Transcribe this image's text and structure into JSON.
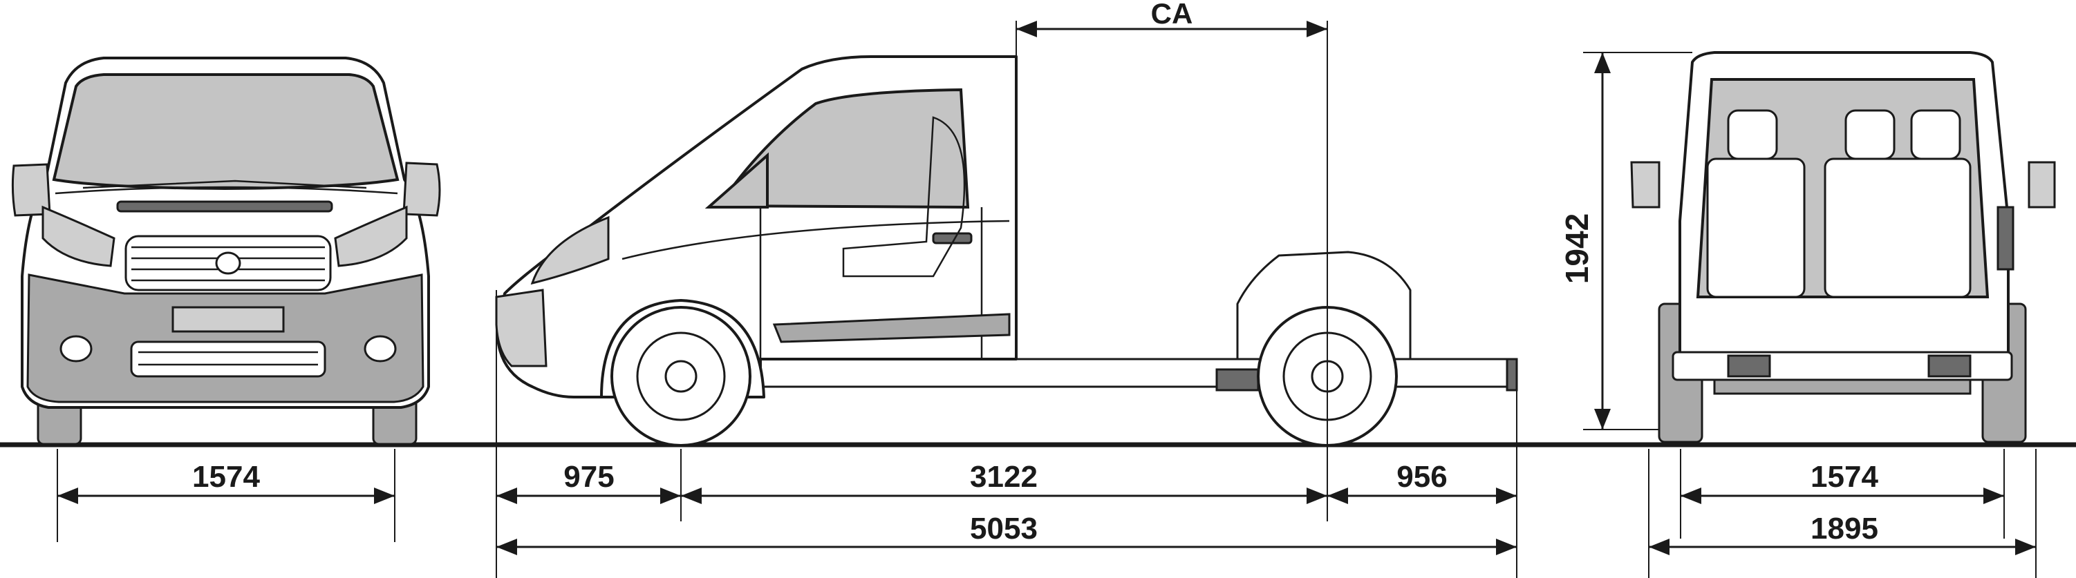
{
  "dimensions": {
    "front_track": "1574",
    "front_overhang": "975",
    "wheelbase": "3122",
    "rear_overhang": "956",
    "overall_length": "5053",
    "cab_to_axle": "CA",
    "height": "1942",
    "rear_track": "1574",
    "overall_width": "1895"
  },
  "views": [
    "front-view",
    "side-view",
    "rear-view"
  ],
  "colors": {
    "line": "#1a1a1a",
    "fill_grey": "#a9a9a9",
    "background": "#ffffff"
  }
}
